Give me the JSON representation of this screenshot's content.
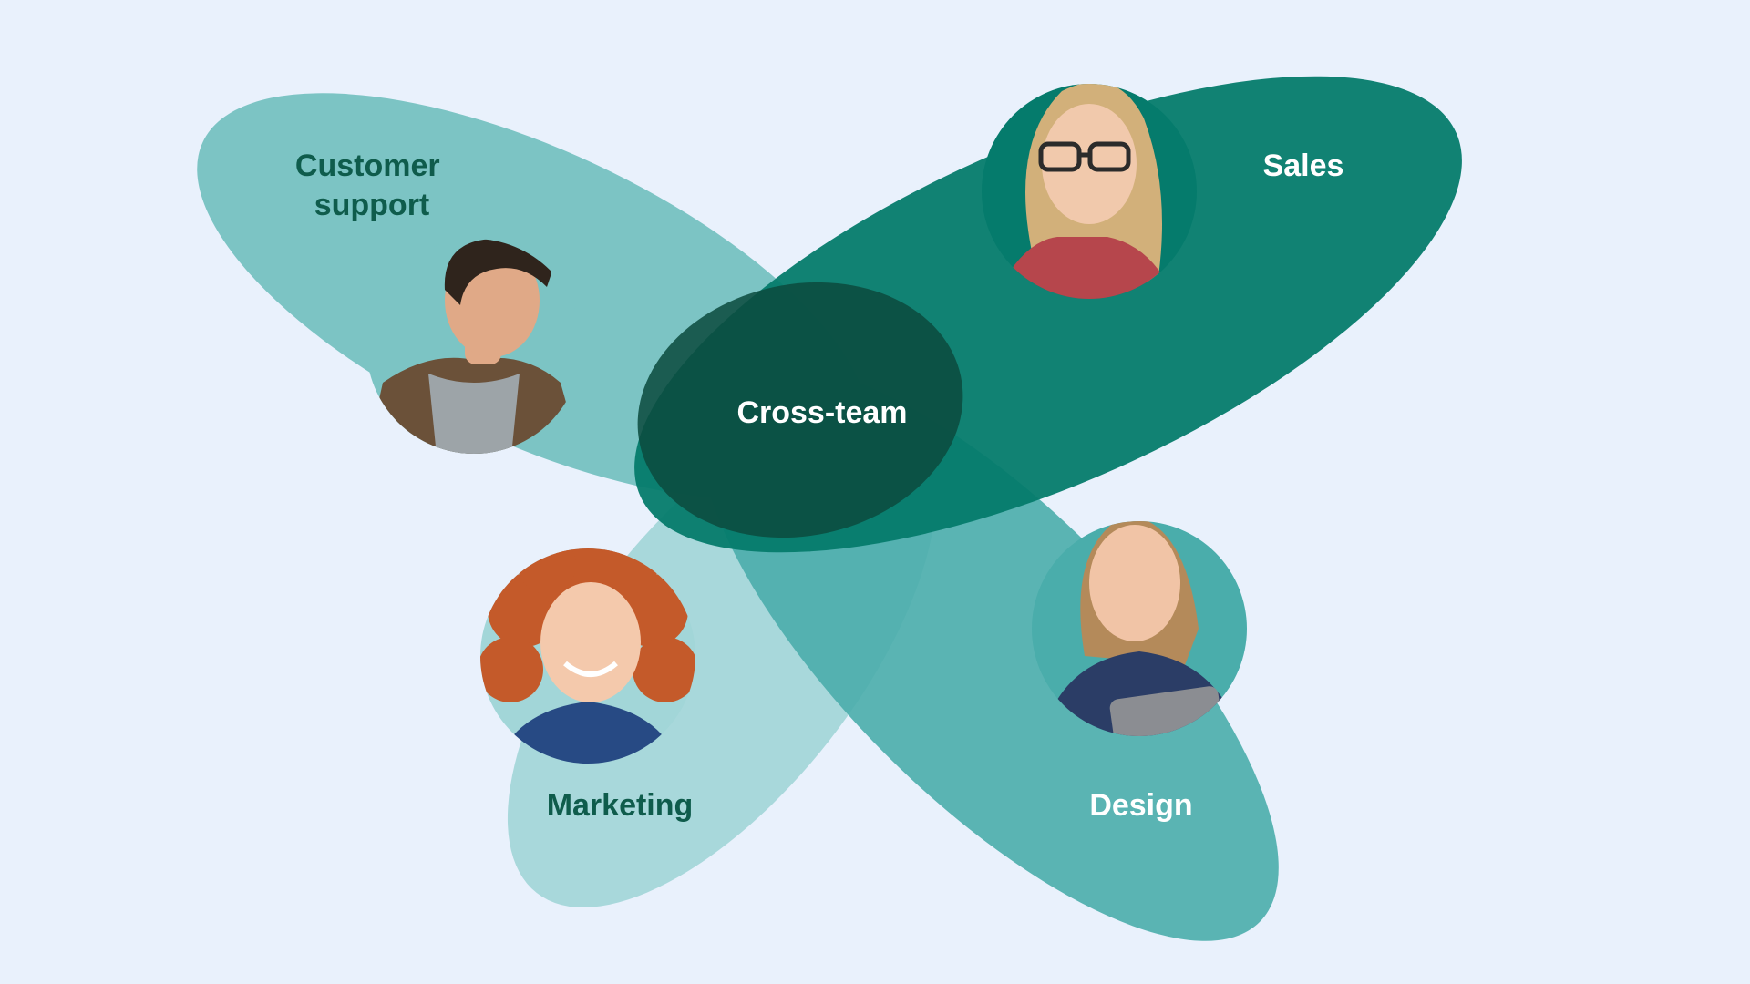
{
  "diagram": {
    "background": "#e9f1fc",
    "petals": [
      {
        "id": "customer-support",
        "label_lines": [
          "Customer",
          "support"
        ],
        "fill": "#7cc4c4",
        "label_color": "#0f5c4c"
      },
      {
        "id": "sales",
        "label_lines": [
          "Sales"
        ],
        "fill": "#057b6c",
        "label_color": "#ffffff"
      },
      {
        "id": "marketing",
        "label_lines": [
          "Marketing"
        ],
        "fill": "#a2d6d8",
        "label_color": "#0f5c4c"
      },
      {
        "id": "design",
        "label_lines": [
          "Design"
        ],
        "fill": "#4aadab",
        "label_color": "#ffffff"
      }
    ],
    "center": {
      "label": "Cross-team",
      "fill": "#0c4a3e",
      "label_color": "#ffffff"
    },
    "people": [
      {
        "id": "customer-support-person",
        "icon": "man-avatar-icon",
        "skin": "#e0a987",
        "hair": "#2f241c",
        "shirt": "#9da4a8",
        "jacket": "#6b5139"
      },
      {
        "id": "sales-person",
        "icon": "woman-glasses-avatar-icon",
        "skin": "#f1c9ac",
        "hair": "#d2b07a",
        "shirt": "#b6464c"
      },
      {
        "id": "marketing-person",
        "icon": "woman-curly-hair-avatar-icon",
        "skin": "#f4c9ac",
        "hair": "#c45a2a",
        "shirt": "#274a84"
      },
      {
        "id": "design-person",
        "icon": "woman-tablet-avatar-icon",
        "skin": "#f1c4a6",
        "hair": "#b48a5a",
        "shirt": "#2b3d66",
        "tablet": "#8b8d92"
      }
    ]
  }
}
